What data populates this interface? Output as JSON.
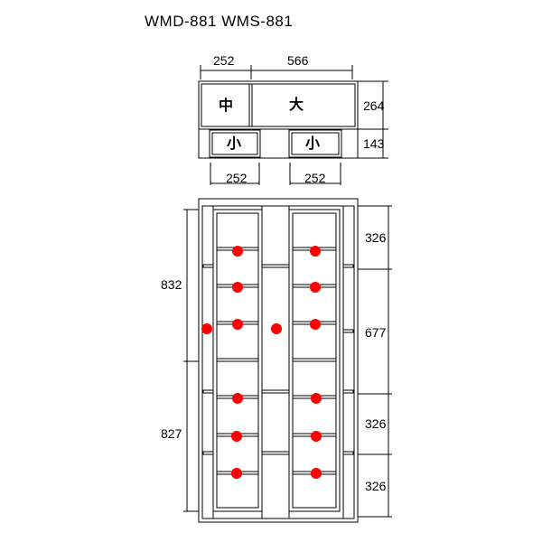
{
  "title": "WMD-881  WMS-881",
  "top_view": {
    "width_left": "252",
    "width_right": "566",
    "height_top": "264",
    "height_bottom": "143",
    "label_middle": "中",
    "label_large": "大",
    "label_small_left": "小",
    "label_small_right": "小",
    "bottom_width_left": "252",
    "bottom_width_right": "252"
  },
  "front_view": {
    "height_upper": "832",
    "height_lower": "827",
    "right_dim_1": "326",
    "right_dim_2": "677",
    "right_dim_3": "326",
    "right_dim_4": "326"
  },
  "colors": {
    "line": "#000000",
    "marker": "#ff0000"
  }
}
